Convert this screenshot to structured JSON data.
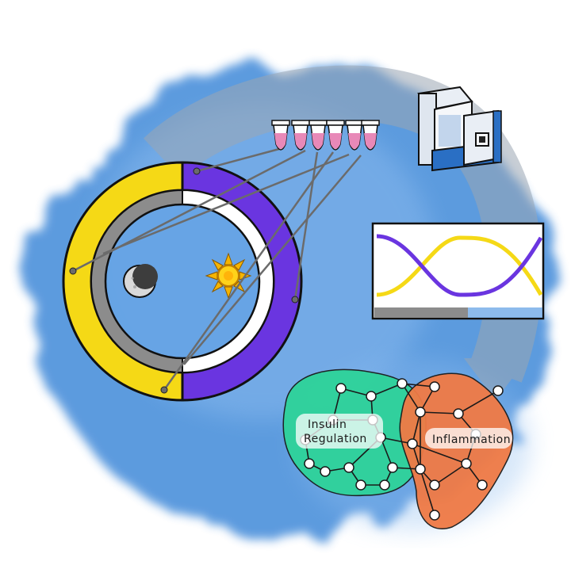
{
  "colors": {
    "sky": "#4f93dc",
    "sky_light": "#8fbdf0",
    "night_yellow": "#f5d916",
    "day_purple": "#6a35e0",
    "ring_gray": "#8c8c8c",
    "ring_white": "#ffffff",
    "sample_pink": "#e889b8",
    "cluster_green": "#2ed39a",
    "cluster_orange": "#f07a45",
    "machine_blue": "#2a6fc4",
    "arrow_gray": "#9aa6b2"
  },
  "icons": [
    "moon-icon",
    "sun-icon",
    "sample-tubes-icon",
    "mass-spectrometer-icon",
    "rhythm-plot-icon",
    "network-icon"
  ],
  "network": {
    "cluster_left_label_line1": "Insulin",
    "cluster_left_label_line2": "Regulation",
    "cluster_right_label": "Inflammation"
  }
}
